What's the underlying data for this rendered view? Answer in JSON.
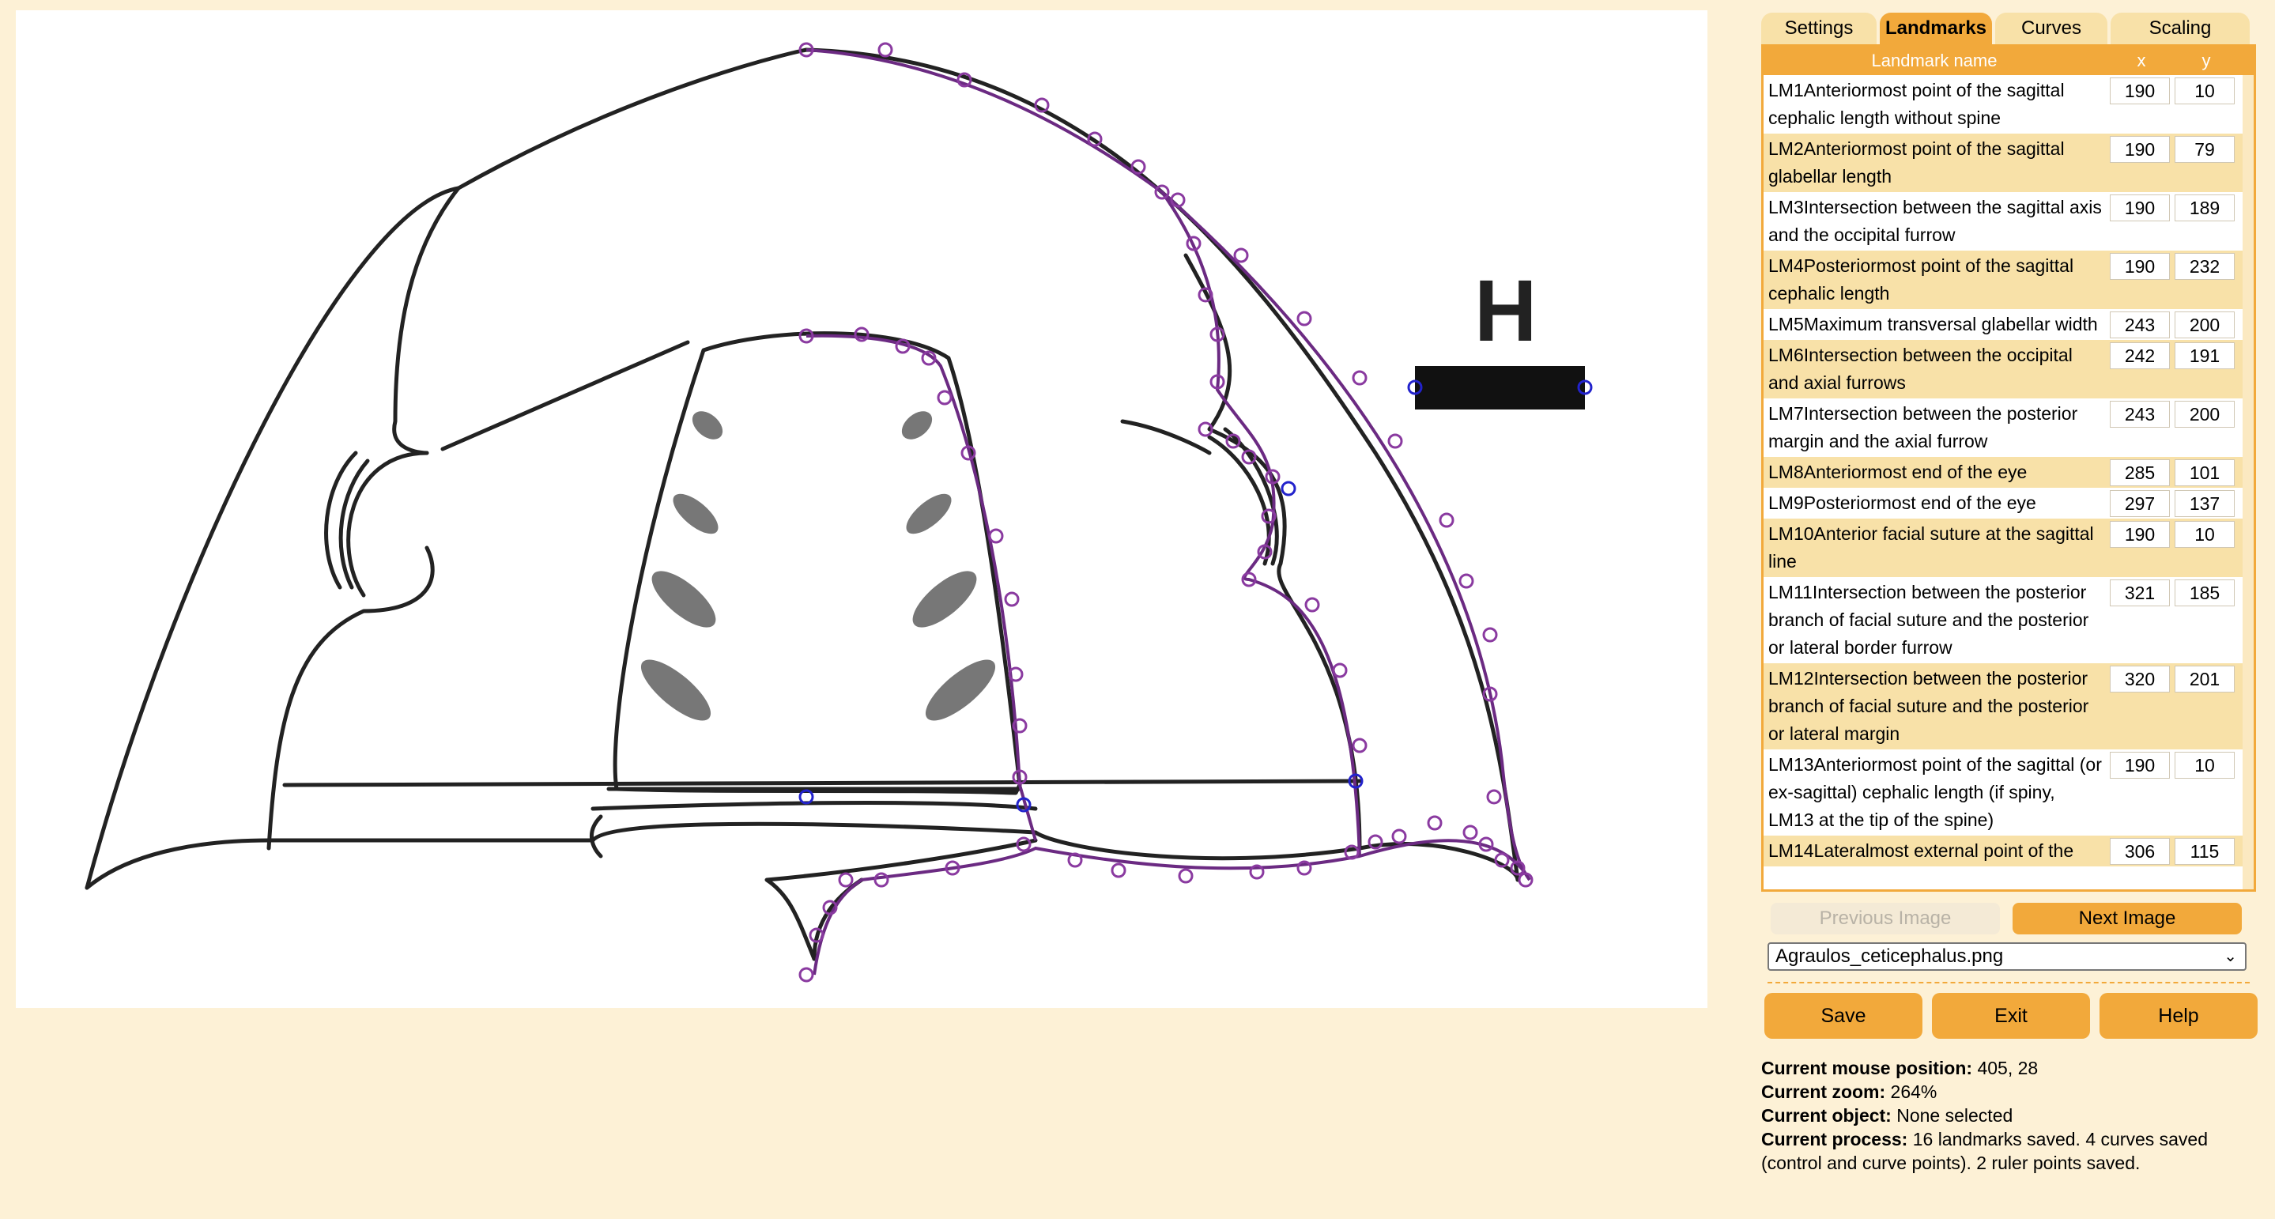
{
  "canvas": {
    "label_letter": "H"
  },
  "tabs": [
    {
      "label": "Settings",
      "active": false
    },
    {
      "label": "Landmarks",
      "active": true
    },
    {
      "label": "Curves",
      "active": false
    },
    {
      "label": "Scaling",
      "active": false
    }
  ],
  "table": {
    "headers": {
      "name": "Landmark name",
      "x": "x",
      "y": "y"
    },
    "rows": [
      {
        "name": "LM1Anteriormost point of the sagittal cephalic length without spine",
        "x": "190",
        "y": "10"
      },
      {
        "name": "LM2Anteriormost point of the sagittal glabellar length",
        "x": "190",
        "y": "79"
      },
      {
        "name": "LM3Intersection between the sagittal axis and the occipital furrow",
        "x": "190",
        "y": "189"
      },
      {
        "name": "LM4Posteriormost point of the sagittal cephalic length",
        "x": "190",
        "y": "232"
      },
      {
        "name": "LM5Maximum transversal glabellar width",
        "x": "243",
        "y": "200"
      },
      {
        "name": "LM6Intersection between the occipital and axial furrows",
        "x": "242",
        "y": "191"
      },
      {
        "name": "LM7Intersection between the posterior margin and the axial furrow",
        "x": "243",
        "y": "200"
      },
      {
        "name": "LM8Anteriormost end of the eye",
        "x": "285",
        "y": "101"
      },
      {
        "name": "LM9Posteriormost end of the eye",
        "x": "297",
        "y": "137"
      },
      {
        "name": "LM10Anterior facial suture at the sagittal line",
        "x": "190",
        "y": "10"
      },
      {
        "name": "LM11Intersection between the posterior branch of facial suture and the posterior or lateral border furrow",
        "x": "321",
        "y": "185"
      },
      {
        "name": "LM12Intersection between the posterior branch of facial suture and the posterior or lateral margin",
        "x": "320",
        "y": "201"
      },
      {
        "name": "LM13Anteriormost point of the sagittal (or ex-sagittal) cephalic length (if spiny, LM13 at the tip of the spine)",
        "x": "190",
        "y": "10"
      },
      {
        "name": "LM14Lateralmost external point of the",
        "x": "306",
        "y": "115"
      }
    ]
  },
  "buttons": {
    "previous": "Previous Image",
    "next": "Next Image",
    "save": "Save",
    "exit": "Exit",
    "help": "Help"
  },
  "file_select": {
    "value": "Agraulos_ceticephalus.png"
  },
  "status": {
    "mouse_label": "Current mouse position:",
    "mouse_value": " 405, 28",
    "zoom_label": "Current zoom:",
    "zoom_value": " 264%",
    "object_label": "Current object:",
    "object_value": " None selected",
    "process_label": "Current process:",
    "process_value": " 16 landmarks saved. 4 curves saved (control and curve points). 2 ruler points saved."
  },
  "colors": {
    "accent": "#f2a93b",
    "row_alt": "#f8e1a8",
    "background": "#fdf1d6",
    "curve": "#6b2a82",
    "landmark": "#8a3aa0",
    "ruler_point": "#2222cc"
  }
}
